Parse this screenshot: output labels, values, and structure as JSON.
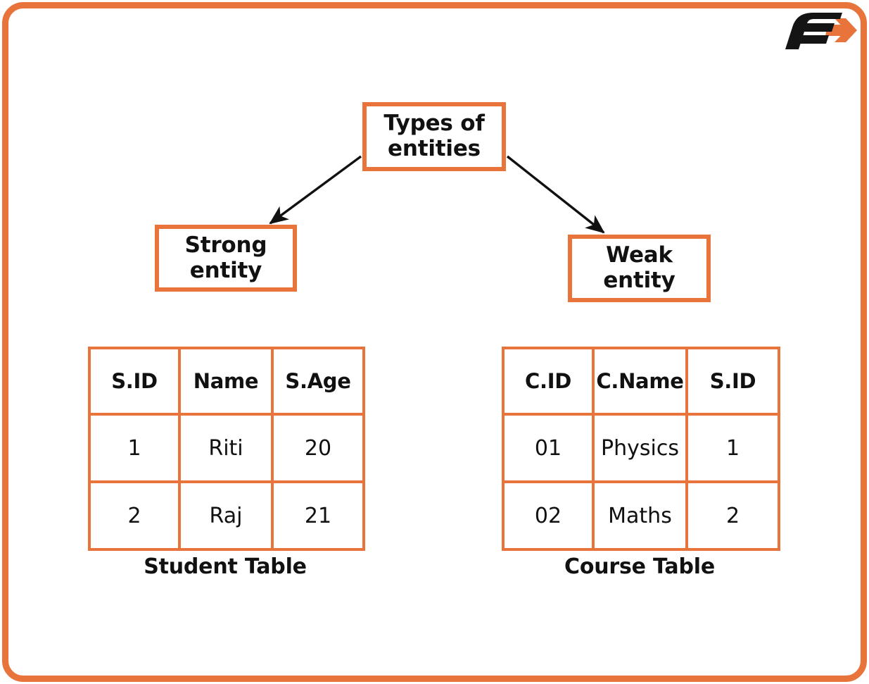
{
  "frame": {
    "accent_color": "#e8743c",
    "background_color": "#ffffff",
    "text_color": "#111111"
  },
  "logo": {
    "name": "favtutor-f-arrow-logo",
    "letter": "F",
    "letter_color": "#111111",
    "arrow_color": "#e8743c"
  },
  "diagram": {
    "root": {
      "label": "Types of\nentities",
      "line1": "Types of",
      "line2": "entities"
    },
    "children": [
      {
        "label": "Strong\nentity",
        "line1": "Strong",
        "line2": "entity"
      },
      {
        "label": "Weak\nentity",
        "line1": "Weak",
        "line2": "entity"
      }
    ],
    "connectors": [
      {
        "name": "arrow-root-to-strong",
        "from": "Types of entities",
        "to": "Strong entity"
      },
      {
        "name": "arrow-root-to-weak",
        "from": "Types of entities",
        "to": "Weak entity"
      }
    ]
  },
  "tables": [
    {
      "id": "student",
      "caption": "Student Table",
      "headers": [
        "S.ID",
        "Name",
        "S.Age"
      ],
      "rows": [
        [
          "1",
          "Riti",
          "20"
        ],
        [
          "2",
          "Raj",
          "21"
        ]
      ]
    },
    {
      "id": "course",
      "caption": "Course Table",
      "headers": [
        "C.ID",
        "C.Name",
        "S.ID"
      ],
      "rows": [
        [
          "01",
          "Physics",
          "1"
        ],
        [
          "02",
          "Maths",
          "2"
        ]
      ]
    }
  ]
}
